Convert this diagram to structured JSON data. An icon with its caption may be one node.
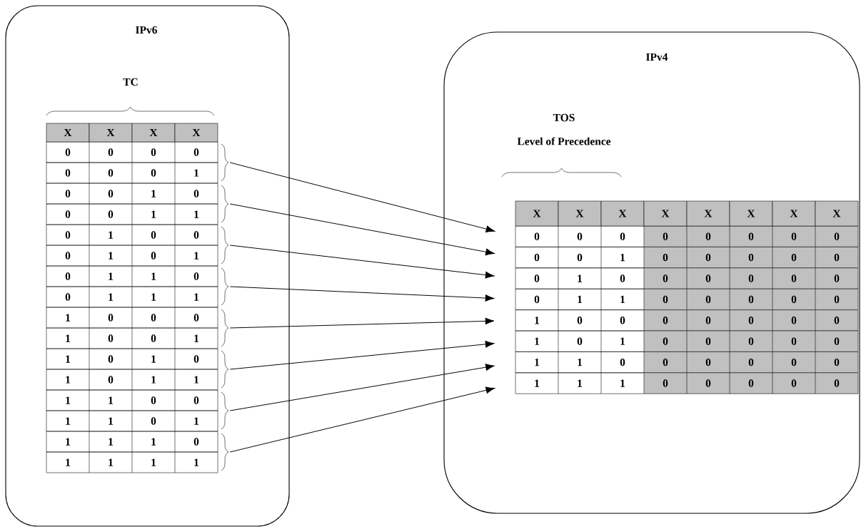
{
  "diagram": {
    "nodes": [
      {
        "text": [
          "IPv6"
        ]
      },
      {
        "text": [
          "0",
          "0",
          "0",
          "0"
        ],
        "in": 0
      },
      {
        "text": [
          "0",
          "0",
          "0",
          "1"
        ],
        "in": 0
      },
      {
        "text": [
          "0",
          "0",
          "1",
          "0"
        ],
        "in": 0
      },
      {
        "text": [
          "0",
          "0",
          "1",
          "1"
        ],
        "in": 0
      },
      {
        "text": [
          "0",
          "1",
          "0",
          "0"
        ],
        "in": 0
      },
      {
        "text": [
          "0",
          "1",
          "0",
          "1"
        ],
        "in": 0
      },
      {
        "text": [
          "0",
          "1",
          "1",
          "0"
        ],
        "in": 0
      },
      {
        "text": [
          "0",
          "1",
          "1",
          "1"
        ],
        "in": 0
      },
      {
        "text": [
          "1",
          "0",
          "0",
          "0"
        ],
        "in": 0
      },
      {
        "text": [
          "1",
          "0",
          "0",
          "1"
        ],
        "in": 0
      },
      {
        "text": [
          "1",
          "0",
          "1",
          "0"
        ],
        "in": 0
      },
      {
        "text": [
          "1",
          "0",
          "1",
          "1"
        ],
        "in": 0
      },
      {
        "text": [
          "1",
          "1",
          "0",
          "0"
        ],
        "in": 0
      },
      {
        "text": [
          "1",
          "1",
          "0",
          "1"
        ],
        "in": 0
      },
      {
        "text": [
          "1",
          "1",
          "1",
          "0"
        ],
        "in": 0
      },
      {
        "text": [
          "1",
          "1",
          "1",
          "1"
        ],
        "in": 0
      },
      {
        "text": [],
        "shape": "brace",
        "in": 0
      },
      {
        "text": [],
        "shape": "brace",
        "in": 0
      },
      {
        "text": [],
        "shape": "brace",
        "in": 0
      },
      {
        "text": [],
        "shape": "brace",
        "in": 0
      },
      {
        "text": [],
        "shape": "brace",
        "in": 0
      },
      {
        "text": [],
        "shape": "brace",
        "in": 0
      },
      {
        "text": [],
        "shape": "brace",
        "in": 0
      },
      {
        "text": [],
        "shape": "brace",
        "in": 0
      },
      {
        "text": [
          "IPv4"
        ]
      },
      {
        "text": [
          "0",
          "0",
          "0",
          "0",
          "0",
          "0",
          "0",
          "0"
        ],
        "in": 25
      },
      {
        "text": [
          "0",
          "0",
          "1",
          "0",
          "0",
          "0",
          "0",
          "0"
        ],
        "in": 25
      },
      {
        "text": [
          "0",
          "1",
          "0",
          "0",
          "0",
          "0",
          "0",
          "0"
        ],
        "in": 25
      },
      {
        "text": [
          "0",
          "1",
          "1",
          "0",
          "0",
          "0",
          "0",
          "0"
        ],
        "in": 25
      },
      {
        "text": [
          "1",
          "0",
          "0",
          "0",
          "0",
          "0",
          "0",
          "0"
        ],
        "in": 25
      },
      {
        "text": [
          "1",
          "0",
          "1",
          "0",
          "0",
          "0",
          "0",
          "0"
        ],
        "in": 25
      },
      {
        "text": [
          "1",
          "1",
          "0",
          "0",
          "0",
          "0",
          "0",
          "0"
        ],
        "in": 25
      },
      {
        "text": [
          "1",
          "1",
          "1",
          "0",
          "0",
          "0",
          "0",
          "0"
        ],
        "in": 25
      }
    ],
    "edges": [
      {
        "from": 17,
        "to": 26,
        "arrow": "to"
      },
      {
        "from": 18,
        "to": 27,
        "arrow": "to"
      },
      {
        "from": 19,
        "to": 28,
        "arrow": "to"
      },
      {
        "from": 20,
        "to": 29,
        "arrow": "to"
      },
      {
        "from": 21,
        "to": 30,
        "arrow": "to"
      },
      {
        "from": 22,
        "to": 31,
        "arrow": "to"
      },
      {
        "from": 23,
        "to": 32,
        "arrow": "to"
      },
      {
        "from": 24,
        "to": 33,
        "arrow": "to"
      }
    ],
    "labels": [
      "TC",
      "X",
      "X",
      "X",
      "X",
      "TOS",
      "Level of Precedence",
      "X",
      "X",
      "X",
      "X",
      "X",
      "X",
      "X",
      "X"
    ]
  }
}
